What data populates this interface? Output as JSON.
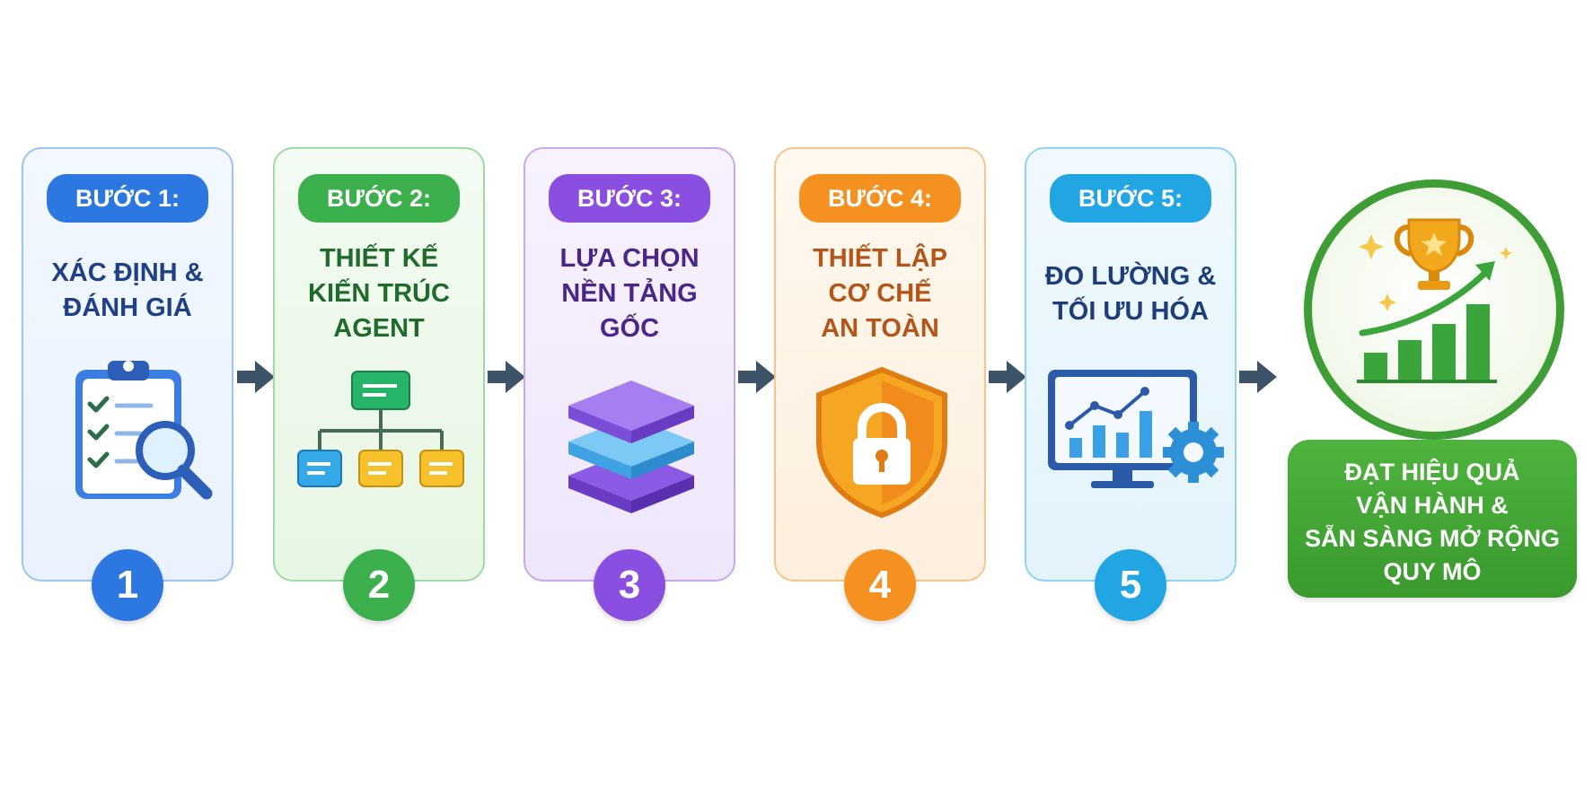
{
  "steps": [
    {
      "badge": "BƯỚC 1:",
      "title": "XÁC ĐỊNH &\nĐÁNH GIÁ",
      "number": "1",
      "icon": "clipboard-magnifier-icon",
      "accent": "#2d78e0",
      "title_color": "#1f3f86"
    },
    {
      "badge": "BƯỚC 2:",
      "title": "THIẾT KẾ\nKIẾN TRÚC\nAGENT",
      "number": "2",
      "icon": "architecture-tree-icon",
      "accent": "#3bb04d",
      "title_color": "#1e6b2c"
    },
    {
      "badge": "BƯỚC 3:",
      "title": "LỰA CHỌN\nNỀN TẢNG\nGỐC",
      "number": "3",
      "icon": "layers-stack-icon",
      "accent": "#8a4fe0",
      "title_color": "#4a2688"
    },
    {
      "badge": "BƯỚC 4:",
      "title": "THIẾT LẬP\nCƠ CHẾ\nAN TOÀN",
      "number": "4",
      "icon": "shield-lock-icon",
      "accent": "#f49120",
      "title_color": "#b4561a"
    },
    {
      "badge": "BƯỚC 5:",
      "title": "ĐO LƯỜNG &\nTỐI ƯU HÓA",
      "number": "5",
      "icon": "monitor-chart-gear-icon",
      "accent": "#22a6e3",
      "title_color": "#1d3e7a"
    }
  ],
  "goal": {
    "text": "ĐẠT HIỆU QUẢ\nVẬN HÀNH &\nSẴN SÀNG MỞ RỘNG\nQUY MÔ",
    "icon": "trophy-growth-icon",
    "accent": "#3e9e35"
  }
}
